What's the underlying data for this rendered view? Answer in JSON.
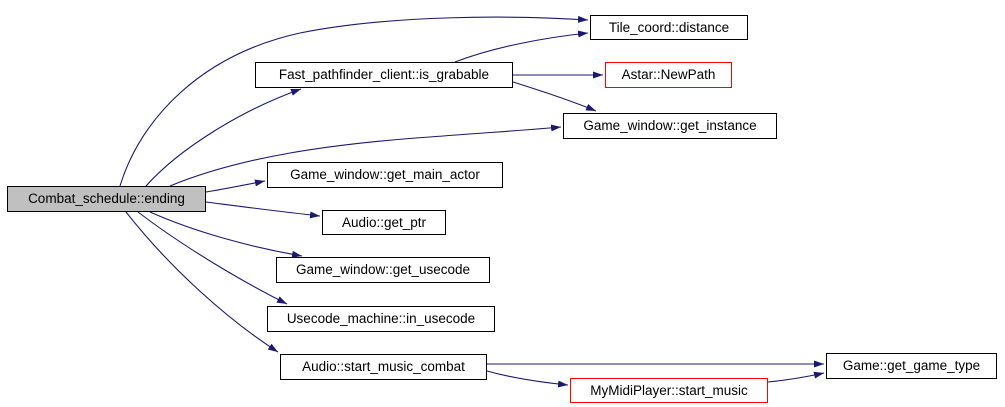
{
  "diagram": {
    "kind": "call-graph",
    "background_color": "#ffffff",
    "edge_color": "#191970",
    "node_border_color": "#000000",
    "truncated_border_color": "#ff0000",
    "current_node_fill": "#c0c0c0",
    "node_fill": "#ffffff",
    "nodes": [
      {
        "id": "ending",
        "label": "Combat_schedule::ending",
        "style": "current"
      },
      {
        "id": "tile_distance",
        "label": "Tile_coord::distance",
        "style": "normal"
      },
      {
        "id": "is_grabable",
        "label": "Fast_pathfinder_client::is_grabable",
        "style": "normal"
      },
      {
        "id": "newpath",
        "label": "Astar::NewPath",
        "style": "truncated"
      },
      {
        "id": "get_instance",
        "label": "Game_window::get_instance",
        "style": "normal"
      },
      {
        "id": "get_main_actor",
        "label": "Game_window::get_main_actor",
        "style": "normal"
      },
      {
        "id": "get_ptr",
        "label": "Audio::get_ptr",
        "style": "normal"
      },
      {
        "id": "get_usecode",
        "label": "Game_window::get_usecode",
        "style": "normal"
      },
      {
        "id": "in_usecode",
        "label": "Usecode_machine::in_usecode",
        "style": "normal"
      },
      {
        "id": "start_music_combat",
        "label": "Audio::start_music_combat",
        "style": "normal"
      },
      {
        "id": "start_music",
        "label": "MyMidiPlayer::start_music",
        "style": "truncated"
      },
      {
        "id": "get_game_type",
        "label": "Game::get_game_type",
        "style": "normal"
      }
    ],
    "edges": [
      {
        "from": "ending",
        "to": "tile_distance"
      },
      {
        "from": "ending",
        "to": "is_grabable"
      },
      {
        "from": "ending",
        "to": "get_instance"
      },
      {
        "from": "ending",
        "to": "get_main_actor"
      },
      {
        "from": "ending",
        "to": "get_ptr"
      },
      {
        "from": "ending",
        "to": "get_usecode"
      },
      {
        "from": "ending",
        "to": "in_usecode"
      },
      {
        "from": "ending",
        "to": "start_music_combat"
      },
      {
        "from": "is_grabable",
        "to": "tile_distance"
      },
      {
        "from": "is_grabable",
        "to": "newpath"
      },
      {
        "from": "is_grabable",
        "to": "get_instance"
      },
      {
        "from": "start_music_combat",
        "to": "get_game_type"
      },
      {
        "from": "start_music_combat",
        "to": "start_music"
      },
      {
        "from": "start_music",
        "to": "get_game_type"
      }
    ]
  }
}
